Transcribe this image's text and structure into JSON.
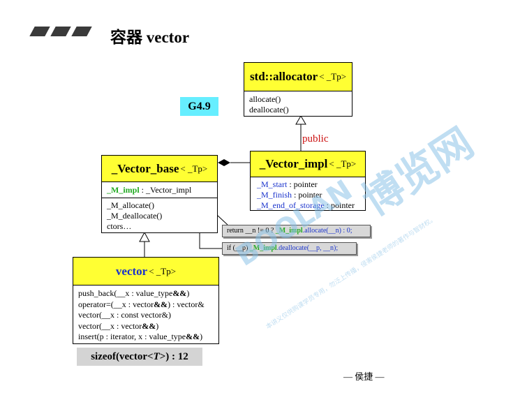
{
  "header": {
    "title": "容器 vector"
  },
  "badge": {
    "label": "G4.9"
  },
  "allocator": {
    "name": "std::allocator",
    "tparam": "< _Tp>",
    "methods": [
      "allocate()",
      "deallocate()"
    ]
  },
  "impl": {
    "name": "_Vector_impl",
    "tparam": "< _Tp>",
    "fields": [
      {
        "name": "_M_start",
        "type": " : pointer"
      },
      {
        "name": "_M_finish",
        "type": " : pointer"
      },
      {
        "name": "_M_end_of_storage",
        "type": " : pointer"
      }
    ]
  },
  "base": {
    "name": "_Vector_base",
    "tparam": "< _Tp>",
    "member": {
      "name": "_M_impl",
      "type": " : _Vector_impl"
    },
    "methods": [
      "_M_allocate()",
      "_M_deallocate()",
      "ctors…"
    ]
  },
  "inheritance_label": "public",
  "note1": {
    "a": "return __n != 0 ? ",
    "g": "_M_impl",
    "b": ".allocate(__n) : 0;"
  },
  "note2": {
    "a": "if (__p)  ",
    "g": "_M_impl",
    "b": ".deallocate(__p, __n);"
  },
  "vector": {
    "name": "vector",
    "tparam": "< _Tp>",
    "methods": [
      {
        "pre": "push_back(__x : value_type",
        "amp": "&&",
        "post": ")"
      },
      {
        "pre": "operator=(__x : vector",
        "amp": "&&",
        "post": ") : vector&"
      },
      {
        "pre": "vector(__x : const vector&)",
        "amp": "",
        "post": ""
      },
      {
        "pre": "vector(__x : vector",
        "amp": "&&",
        "post": ")"
      },
      {
        "pre": "insert(p : iterator, x : value_type",
        "amp": "&&",
        "post": ")"
      }
    ]
  },
  "sizeof": {
    "pre": "sizeof(vector<",
    "t": "T",
    "post": ">) : 12"
  },
  "footer": "— 侯捷 —",
  "watermark": {
    "logo": "BOOLAN",
    "brand": "博览网",
    "line1": "本讲义仅供购课学员专用，勿泛上传播，侵害侯捷老师的著作与智财权。"
  },
  "colors": {
    "class_header": "#ffff33",
    "badge": "#66eeff",
    "member_highlight": "#22aa22",
    "field_blue": "#1a33cc",
    "public_red": "#cc1111"
  }
}
